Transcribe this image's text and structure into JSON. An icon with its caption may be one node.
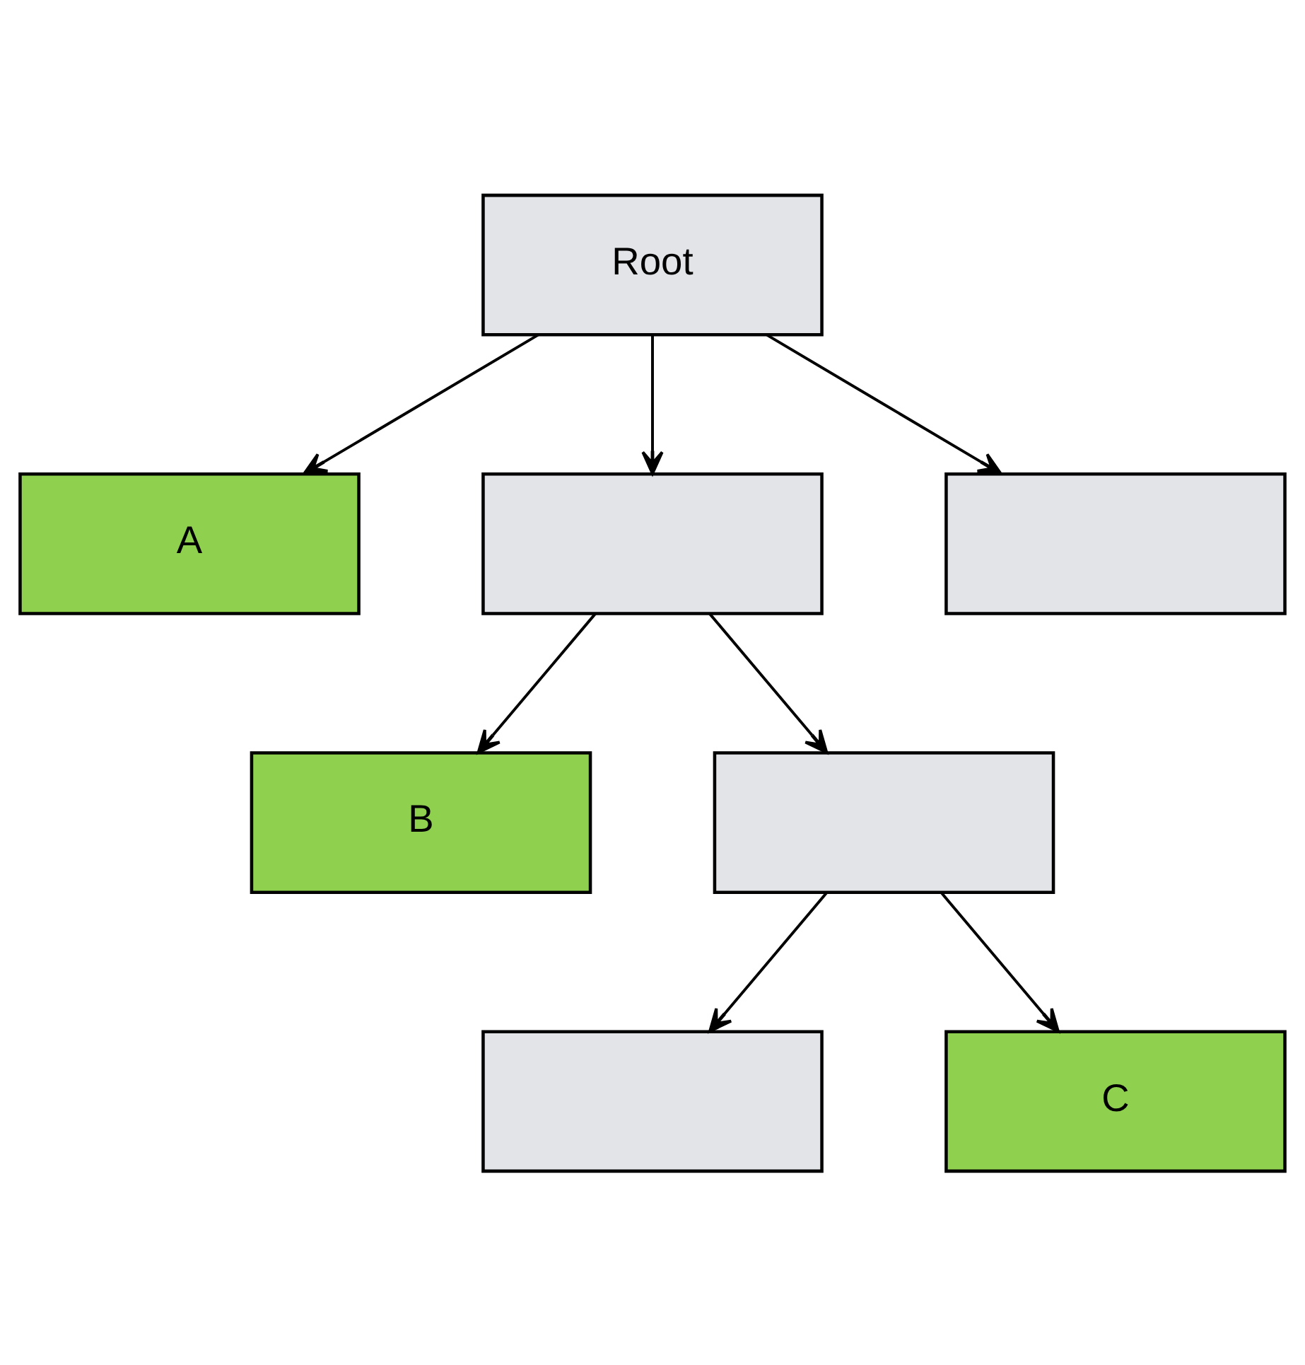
{
  "diagram": {
    "nodes": [
      {
        "text": [
          "Root"
        ]
      },
      {
        "text": [
          "A"
        ]
      },
      {
        "text": [],
        "shape": "box"
      },
      {
        "text": [],
        "shape": "box"
      },
      {
        "text": [
          "B"
        ]
      },
      {
        "text": [],
        "shape": "box"
      },
      {
        "text": [],
        "shape": "box"
      },
      {
        "text": [
          "C"
        ]
      }
    ],
    "edges": [
      {
        "from": 0,
        "to": 1,
        "arrow": "to"
      },
      {
        "from": 0,
        "to": 2,
        "arrow": "to"
      },
      {
        "from": 0,
        "to": 3,
        "arrow": "to"
      },
      {
        "from": 2,
        "to": 4,
        "arrow": "to"
      },
      {
        "from": 2,
        "to": 5,
        "arrow": "to"
      },
      {
        "from": 5,
        "to": 6,
        "arrow": "to"
      },
      {
        "from": 5,
        "to": 7,
        "arrow": "to"
      }
    ]
  }
}
